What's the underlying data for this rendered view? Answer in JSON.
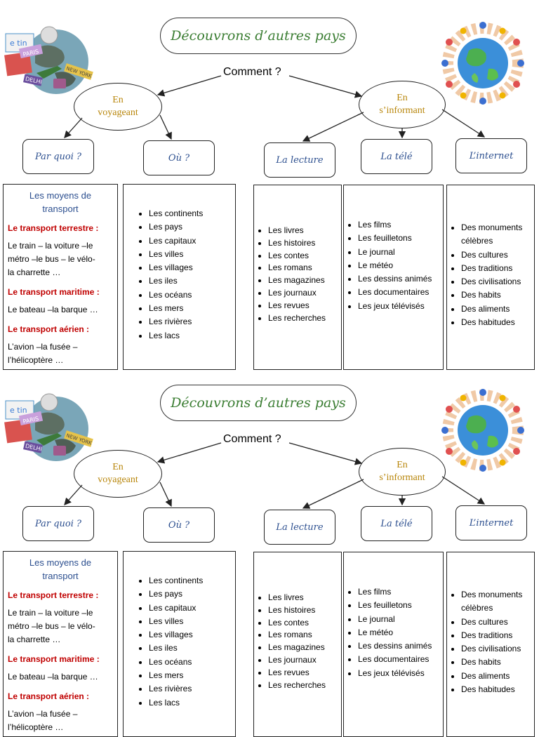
{
  "title": "Découvrons d’autres pays",
  "question": "Comment ?",
  "ovals": {
    "voyageant": [
      "En",
      "voyageant"
    ],
    "informant": [
      "En",
      "s’informant"
    ]
  },
  "boxes": {
    "par_quoi": "Par quoi ?",
    "ou": "Où ?",
    "lecture": "La lecture",
    "tele": "La télé",
    "internet": "L’internet"
  },
  "transport": {
    "heading": [
      "Les moyens de",
      "transport"
    ],
    "terrestre_label": "Le transport terrestre :",
    "terrestre_lines": [
      "Le train – la voiture –le",
      "métro –le bus – le vélo-",
      "la charrette …"
    ],
    "maritime_label": "Le transport maritime :",
    "maritime_lines": [
      "Le bateau –la barque …"
    ],
    "aerien_label": "Le transport aérien :",
    "aerien_lines": [
      "L’avion –la fusée –",
      "l’hélicoptère …"
    ]
  },
  "lieux": [
    "Les continents",
    "Les pays",
    "Les capitaux",
    "Les villes",
    "Les villages",
    "Les iles",
    "Les océans",
    "Les mers",
    "Les rivières",
    "Les lacs"
  ],
  "lecture_items": [
    "Les livres",
    "Les histoires",
    "Les contes",
    "Les romans",
    "Les magazines",
    "Les journaux",
    "Les revues",
    "Les recherches"
  ],
  "tele_items": [
    "Les films",
    "Les feuilletons",
    "Le journal",
    "Le météo",
    "Les dessins animés",
    "Les documentaires",
    "Les jeux télévisés"
  ],
  "internet_items": [
    "Des monuments célèbres",
    "Des cultures",
    "Des traditions",
    "Des civilisations",
    "Des habits",
    "Des aliments",
    "Des habitudes"
  ],
  "travel_image_labels": [
    "e tin",
    "PARIS",
    "NEW YORK",
    "DELHI"
  ]
}
